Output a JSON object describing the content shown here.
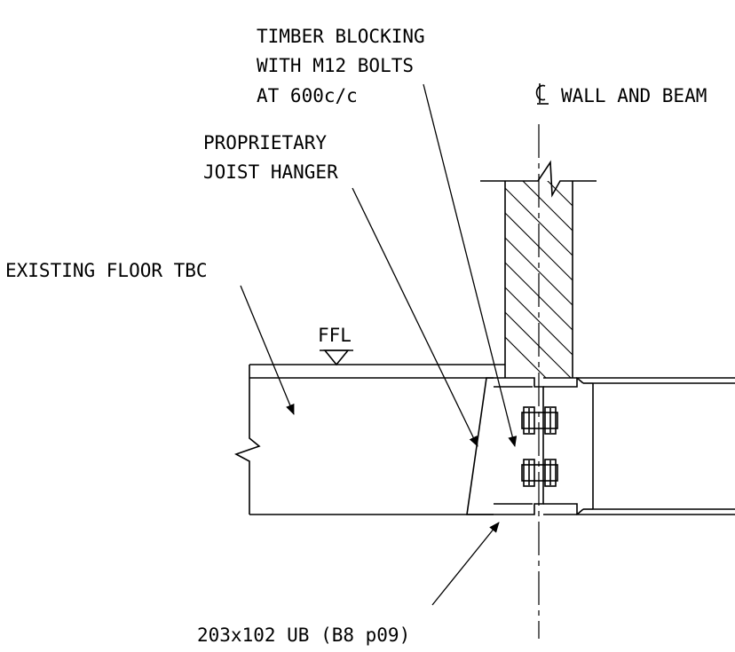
{
  "drawing": {
    "labels": {
      "timber_line1": "TIMBER BLOCKING",
      "timber_line2": "WITH M12 BOLTS",
      "timber_line3": "AT 600c/c",
      "centreline": "WALL AND BEAM",
      "hanger_line1": "PROPRIETARY",
      "hanger_line2": "JOIST HANGER",
      "existing_floor": "EXISTING FLOOR TBC",
      "ffl": "FFL",
      "beam": "203x102 UB (B8 p09)"
    }
  }
}
